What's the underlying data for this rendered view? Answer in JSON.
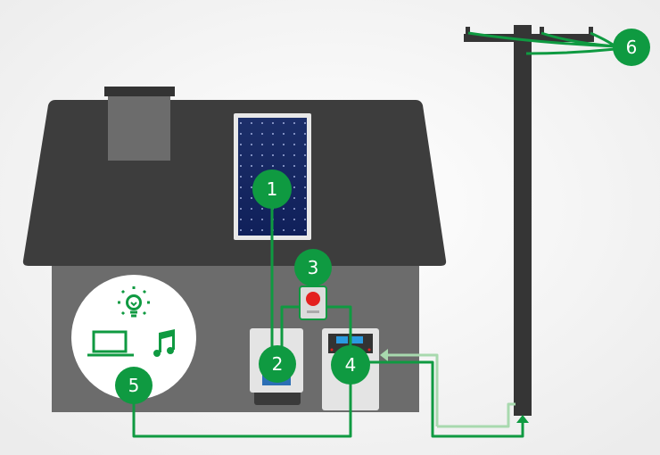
{
  "colors": {
    "green": "#0f9a41",
    "light_green": "#a8d9ae",
    "roof": "#3d3d3d",
    "wall": "#6c6c6c",
    "pole": "#353535"
  },
  "markers": [
    {
      "id": "solar-panel",
      "label": "1"
    },
    {
      "id": "inverter",
      "label": "2"
    },
    {
      "id": "isolator-switch",
      "label": "3"
    },
    {
      "id": "meter",
      "label": "4"
    },
    {
      "id": "household-appliances",
      "label": "5"
    },
    {
      "id": "grid",
      "label": "6"
    }
  ],
  "icons": [
    "lightbulb-icon",
    "laptop-icon",
    "music-note-icon"
  ]
}
